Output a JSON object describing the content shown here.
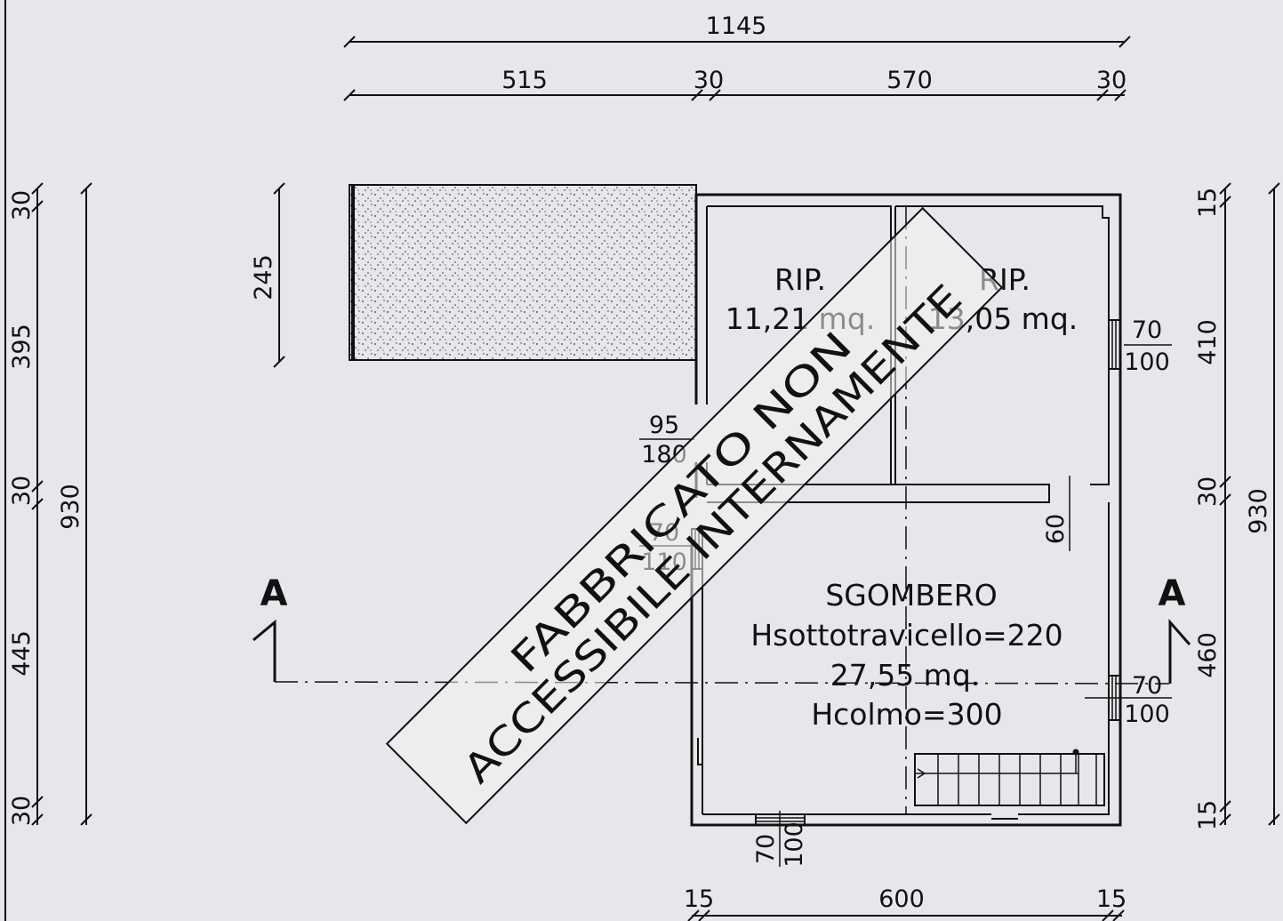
{
  "dims": {
    "top_total": "1145",
    "top_a": "515",
    "top_b": "30",
    "top_c": "570",
    "top_d": "30",
    "left_30a": "30",
    "left_395": "395",
    "left_30b": "30",
    "left_445": "445",
    "left_30c": "30",
    "left_total": "930",
    "left_245": "245",
    "right_15a": "15",
    "right_410": "410",
    "right_30": "30",
    "right_460": "460",
    "right_15b": "15",
    "right_total": "930",
    "bottom_15a": "15",
    "bottom_600": "600",
    "bottom_15b": "15",
    "stair_60": "60"
  },
  "openings": {
    "door_w": "95",
    "door_h": "180",
    "win_left_w": "70",
    "win_left_h": "110",
    "win_right_top_w": "70",
    "win_right_top_h": "100",
    "win_right_bot_w": "70",
    "win_right_bot_h": "100",
    "win_bottom_w": "70",
    "win_bottom_h": "100"
  },
  "rooms": {
    "rip1_name": "RIP.",
    "rip1_area": "11,21 mq.",
    "rip2_name": "RIP.",
    "rip2_area": "13,05 mq.",
    "main_name": "SGOMBERO",
    "main_h1": "Hsottotravicello=220",
    "main_area": "27,55 mq.",
    "main_h2": "Hcolmo=300"
  },
  "section": {
    "left": "A",
    "right": "A"
  },
  "stamp": {
    "line1": "FABBRICATO NON",
    "line2": "ACCESSIBILE INTERNAMENTE"
  }
}
